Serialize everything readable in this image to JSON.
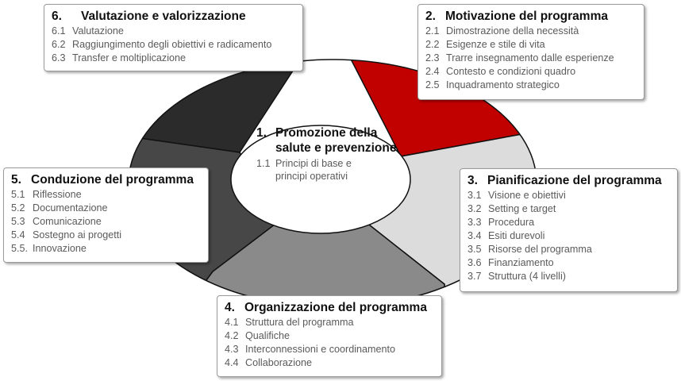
{
  "colors": {
    "segment_1_motivazione": "#c10000",
    "segment_2_pianificazione": "#dcdcdc",
    "segment_3_organizzazione": "#8a8a8a",
    "segment_4_conduzione": "#474747",
    "segment_5_valutazione": "#2b2b2b",
    "center": "#ffffff"
  },
  "center": {
    "num": "1.",
    "title_line1": "Promozione della",
    "title_line2": "salute e prevenzione",
    "item_num": "1.1",
    "item_line1": "Principi di base e",
    "item_line2": "principi operativi"
  },
  "boxes": {
    "valutazione": {
      "num": "6.",
      "title": "Valutazione e valorizzazione",
      "items": [
        {
          "num": "6.1",
          "text": "Valutazione"
        },
        {
          "num": "6.2",
          "text": "Raggiungimento degli obiettivi e radicamento"
        },
        {
          "num": "6.3",
          "text": "Transfer e moltiplicazione"
        }
      ]
    },
    "motivazione": {
      "num": "2.",
      "title": "Motivazione del programma",
      "items": [
        {
          "num": "2.1",
          "text": "Dimostrazione della necessità"
        },
        {
          "num": "2.2",
          "text": "Esigenze e stile di vita"
        },
        {
          "num": "2.3",
          "text": "Trarre insegnamento dalle esperienze"
        },
        {
          "num": "2.4",
          "text": "Contesto e condizioni quadro"
        },
        {
          "num": "2.5",
          "text": "Inquadramento strategico"
        }
      ]
    },
    "conduzione": {
      "num": "5.",
      "title": "Conduzione del programma",
      "items": [
        {
          "num": "5.1",
          "text": "Riflessione"
        },
        {
          "num": "5.2",
          "text": "Documentazione"
        },
        {
          "num": "5.3",
          "text": "Comunicazione"
        },
        {
          "num": "5.4",
          "text": "Sostegno ai progetti"
        },
        {
          "num": "5.5.",
          "text": "Innovazione"
        }
      ]
    },
    "pianificazione": {
      "num": "3.",
      "title": "Pianificazione del programma",
      "items": [
        {
          "num": "3.1",
          "text": "Visione e obiettivi"
        },
        {
          "num": "3.2",
          "text": "Setting e target"
        },
        {
          "num": "3.3",
          "text": "Procedura"
        },
        {
          "num": "3.4",
          "text": "Esiti durevoli"
        },
        {
          "num": "3.5",
          "text": "Risorse del programma"
        },
        {
          "num": "3.6",
          "text": "Finanziamento"
        },
        {
          "num": "3.7",
          "text": "Struttura (4 livelli)"
        }
      ]
    },
    "organizzazione": {
      "num": "4.",
      "title": "Organizzazione del programma",
      "items": [
        {
          "num": "4.1",
          "text": "Struttura del programma"
        },
        {
          "num": "4.2",
          "text": "Qualifiche"
        },
        {
          "num": "4.3",
          "text": "Interconnessioni e coordinamento"
        },
        {
          "num": "4.4",
          "text": "Collaborazione"
        }
      ]
    }
  }
}
